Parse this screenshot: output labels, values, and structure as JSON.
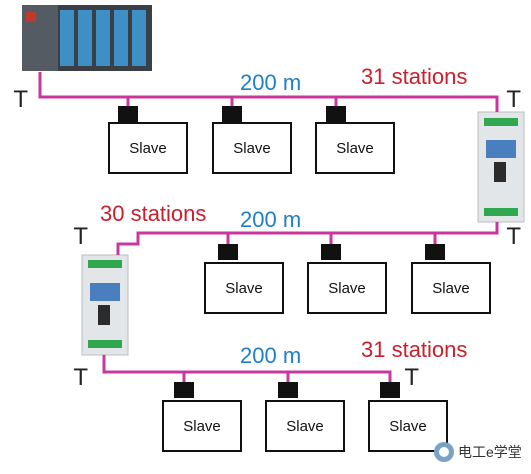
{
  "segments": [
    {
      "distance": "200 m",
      "stations": "31 stations",
      "slaves": [
        "Slave",
        "Slave",
        "Slave"
      ],
      "terminators": [
        "T",
        "T"
      ]
    },
    {
      "distance": "200 m",
      "stations": "30 stations",
      "slaves": [
        "Slave",
        "Slave",
        "Slave"
      ],
      "terminators": [
        "T",
        "T"
      ]
    },
    {
      "distance": "200 m",
      "stations": "31 stations",
      "slaves": [
        "Slave",
        "Slave",
        "Slave"
      ],
      "terminators": [
        "T",
        "T"
      ]
    }
  ],
  "colors": {
    "bus": "#c8379e",
    "distance_text": "#1f7fc4",
    "stations_text": "#c8202e"
  },
  "watermark": "电工e学堂"
}
